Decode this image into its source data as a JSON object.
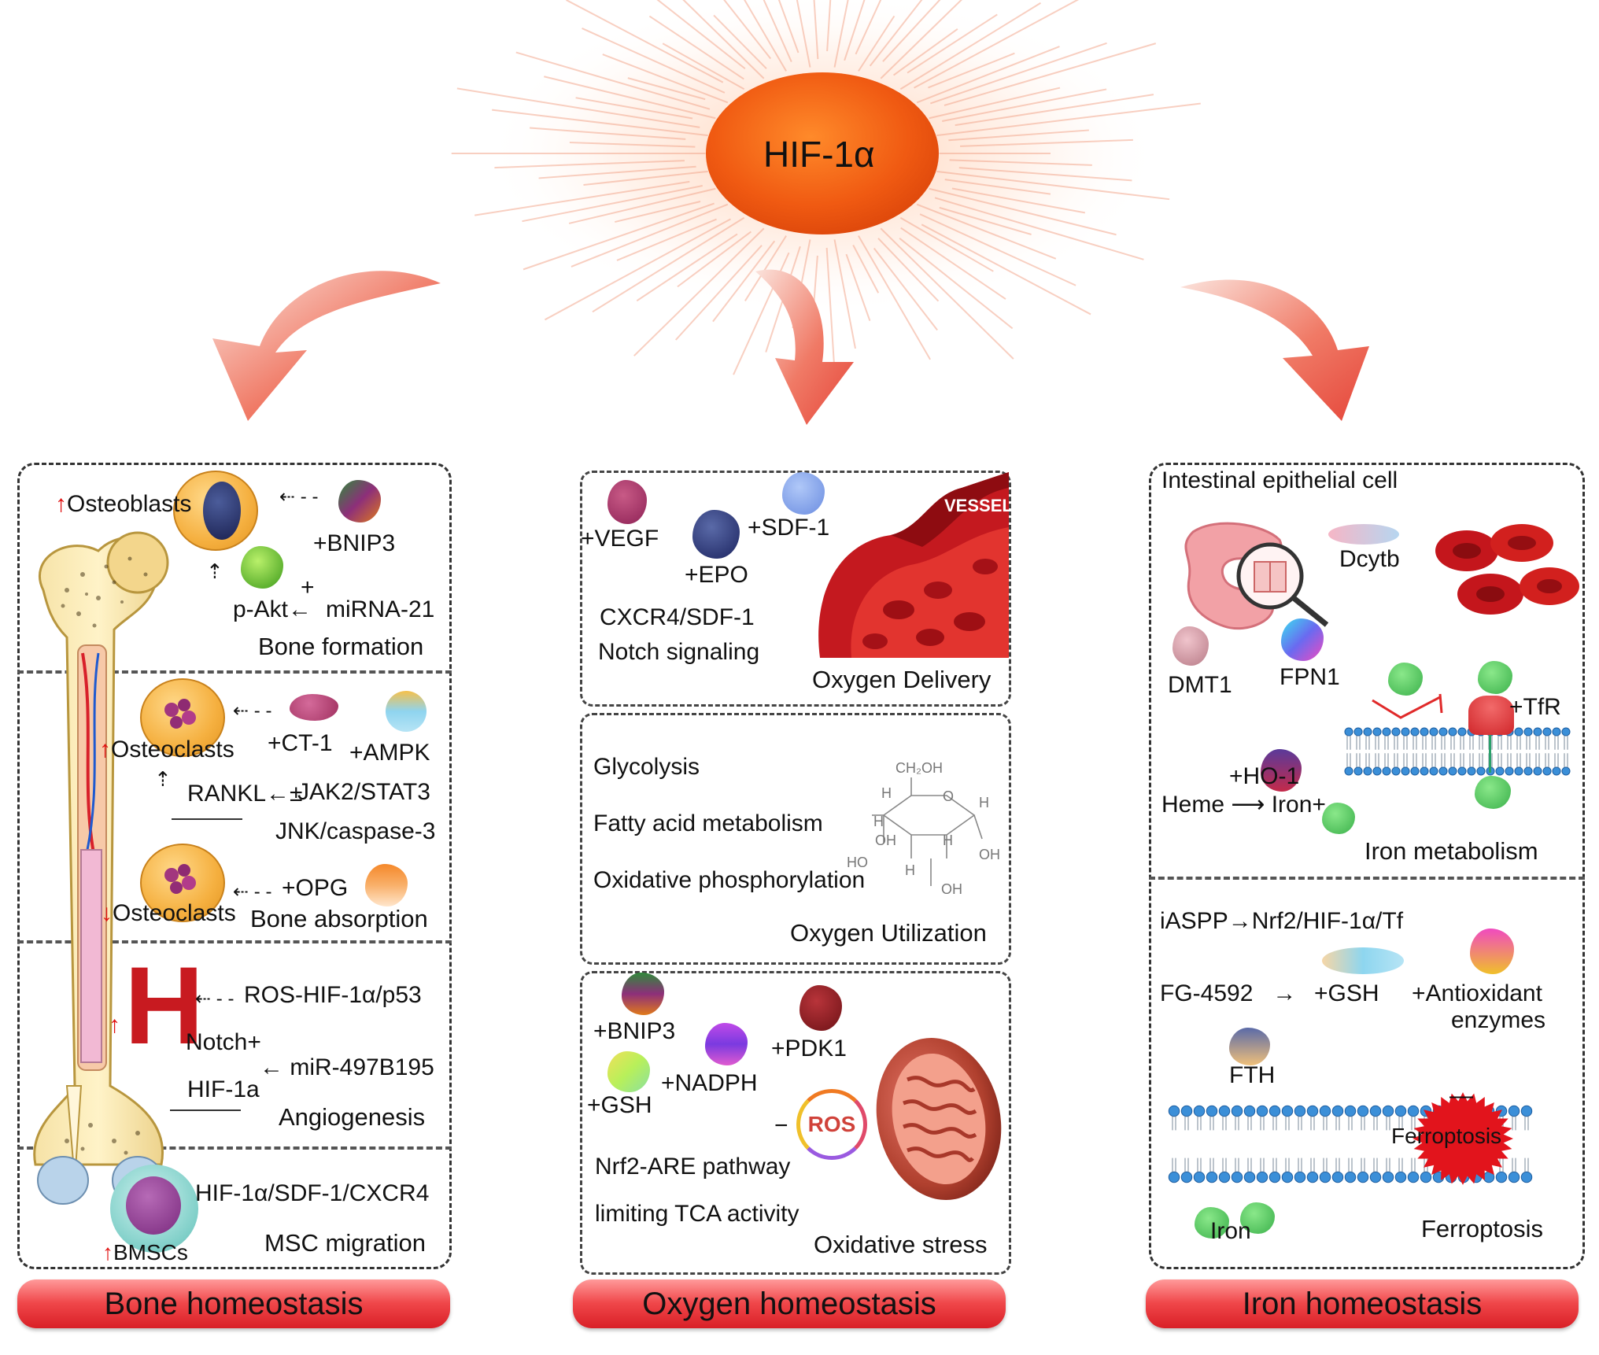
{
  "center": {
    "label": "HIF-1α"
  },
  "bone": {
    "banner": "Bone homeostasis",
    "s1": {
      "osteoblasts": "Osteoblasts",
      "bnip3": "+BNIP3",
      "pakt": "p-Akt",
      "plus": "+",
      "mirna21": "miRNA-21",
      "title": "Bone formation"
    },
    "s2": {
      "osteoclasts_up": "Osteoclasts",
      "ct1": "+CT-1",
      "ampk": "+AMPK",
      "rankl": "RANKL",
      "pm": "±",
      "jak": "JAK2/STAT3",
      "jnk": "JNK/caspase-3",
      "opg": "+OPG",
      "osteoclasts_down": "Osteoclasts",
      "title": "Bone absorption"
    },
    "s3": {
      "ros": "ROS-HIF-1α/p53",
      "notch": "Notch+",
      "mir": "miR-497B195",
      "hif": "HIF-1a",
      "title": "Angiogenesis"
    },
    "s4": {
      "hif": "HIF-1α/SDF-1/CXCR4",
      "bmscs": "BMSCs",
      "title": "MSC migration"
    }
  },
  "oxygen": {
    "banner": "Oxygen homeostasis",
    "s1": {
      "vegf": "+VEGF",
      "sdf1": "+SDF-1",
      "epo": "+EPO",
      "cxcr4": "CXCR4/SDF-1",
      "notch": "Notch signaling",
      "vessel": "VESSEL",
      "title": "Oxygen Delivery"
    },
    "s2": {
      "glycolysis": "Glycolysis",
      "fatty": "Fatty acid metabolism",
      "oxphos": "Oxidative phosphorylation",
      "title": "Oxygen Utilization",
      "glucose": {
        "ch2oh": "CH₂OH",
        "h1": "H",
        "h2": "H",
        "h3": "H",
        "h4": "H",
        "h5": "H",
        "o": "O",
        "oh1": "OH",
        "oh2": "OH",
        "oh3": "OH",
        "ho": "HO"
      }
    },
    "s3": {
      "bnip3": "+BNIP3",
      "pdk1": "+PDK1",
      "nadph": "+NADPH",
      "gsh": "+GSH",
      "minus": "−",
      "ros": "ROS",
      "nrf2": "Nrf2-ARE pathway",
      "tca": "limiting TCA activity",
      "title": "Oxidative stress"
    }
  },
  "iron": {
    "banner": "Iron homeostasis",
    "s1": {
      "cell": "Intestinal epithelial cell",
      "dcytb": "Dcytb",
      "dmt1": "DMT1",
      "fpn1": "FPN1",
      "tfr": "+TfR",
      "ho1": "+HO-1",
      "heme": "Heme",
      "iron": "Iron",
      "plus_dots": "+...",
      "title": "Iron metabolism"
    },
    "s2": {
      "iaspp": "iASPP→Nrf2/HIF-1α/Tf",
      "fg": "FG-4592",
      "arrow": "→",
      "gsh": "+GSH",
      "antiox": "+Antioxidant",
      "enzymes": "enzymes",
      "fth": "FTH",
      "minus": "—",
      "ferro_sign": "Ferroptosis",
      "iron": "Iron",
      "title": "Ferroptosis"
    }
  },
  "colors": {
    "banner_red": "#e03036",
    "sun_orange": "#f06018",
    "arrow_red": "#ec5a4a",
    "up_arrow": "#e01010"
  }
}
